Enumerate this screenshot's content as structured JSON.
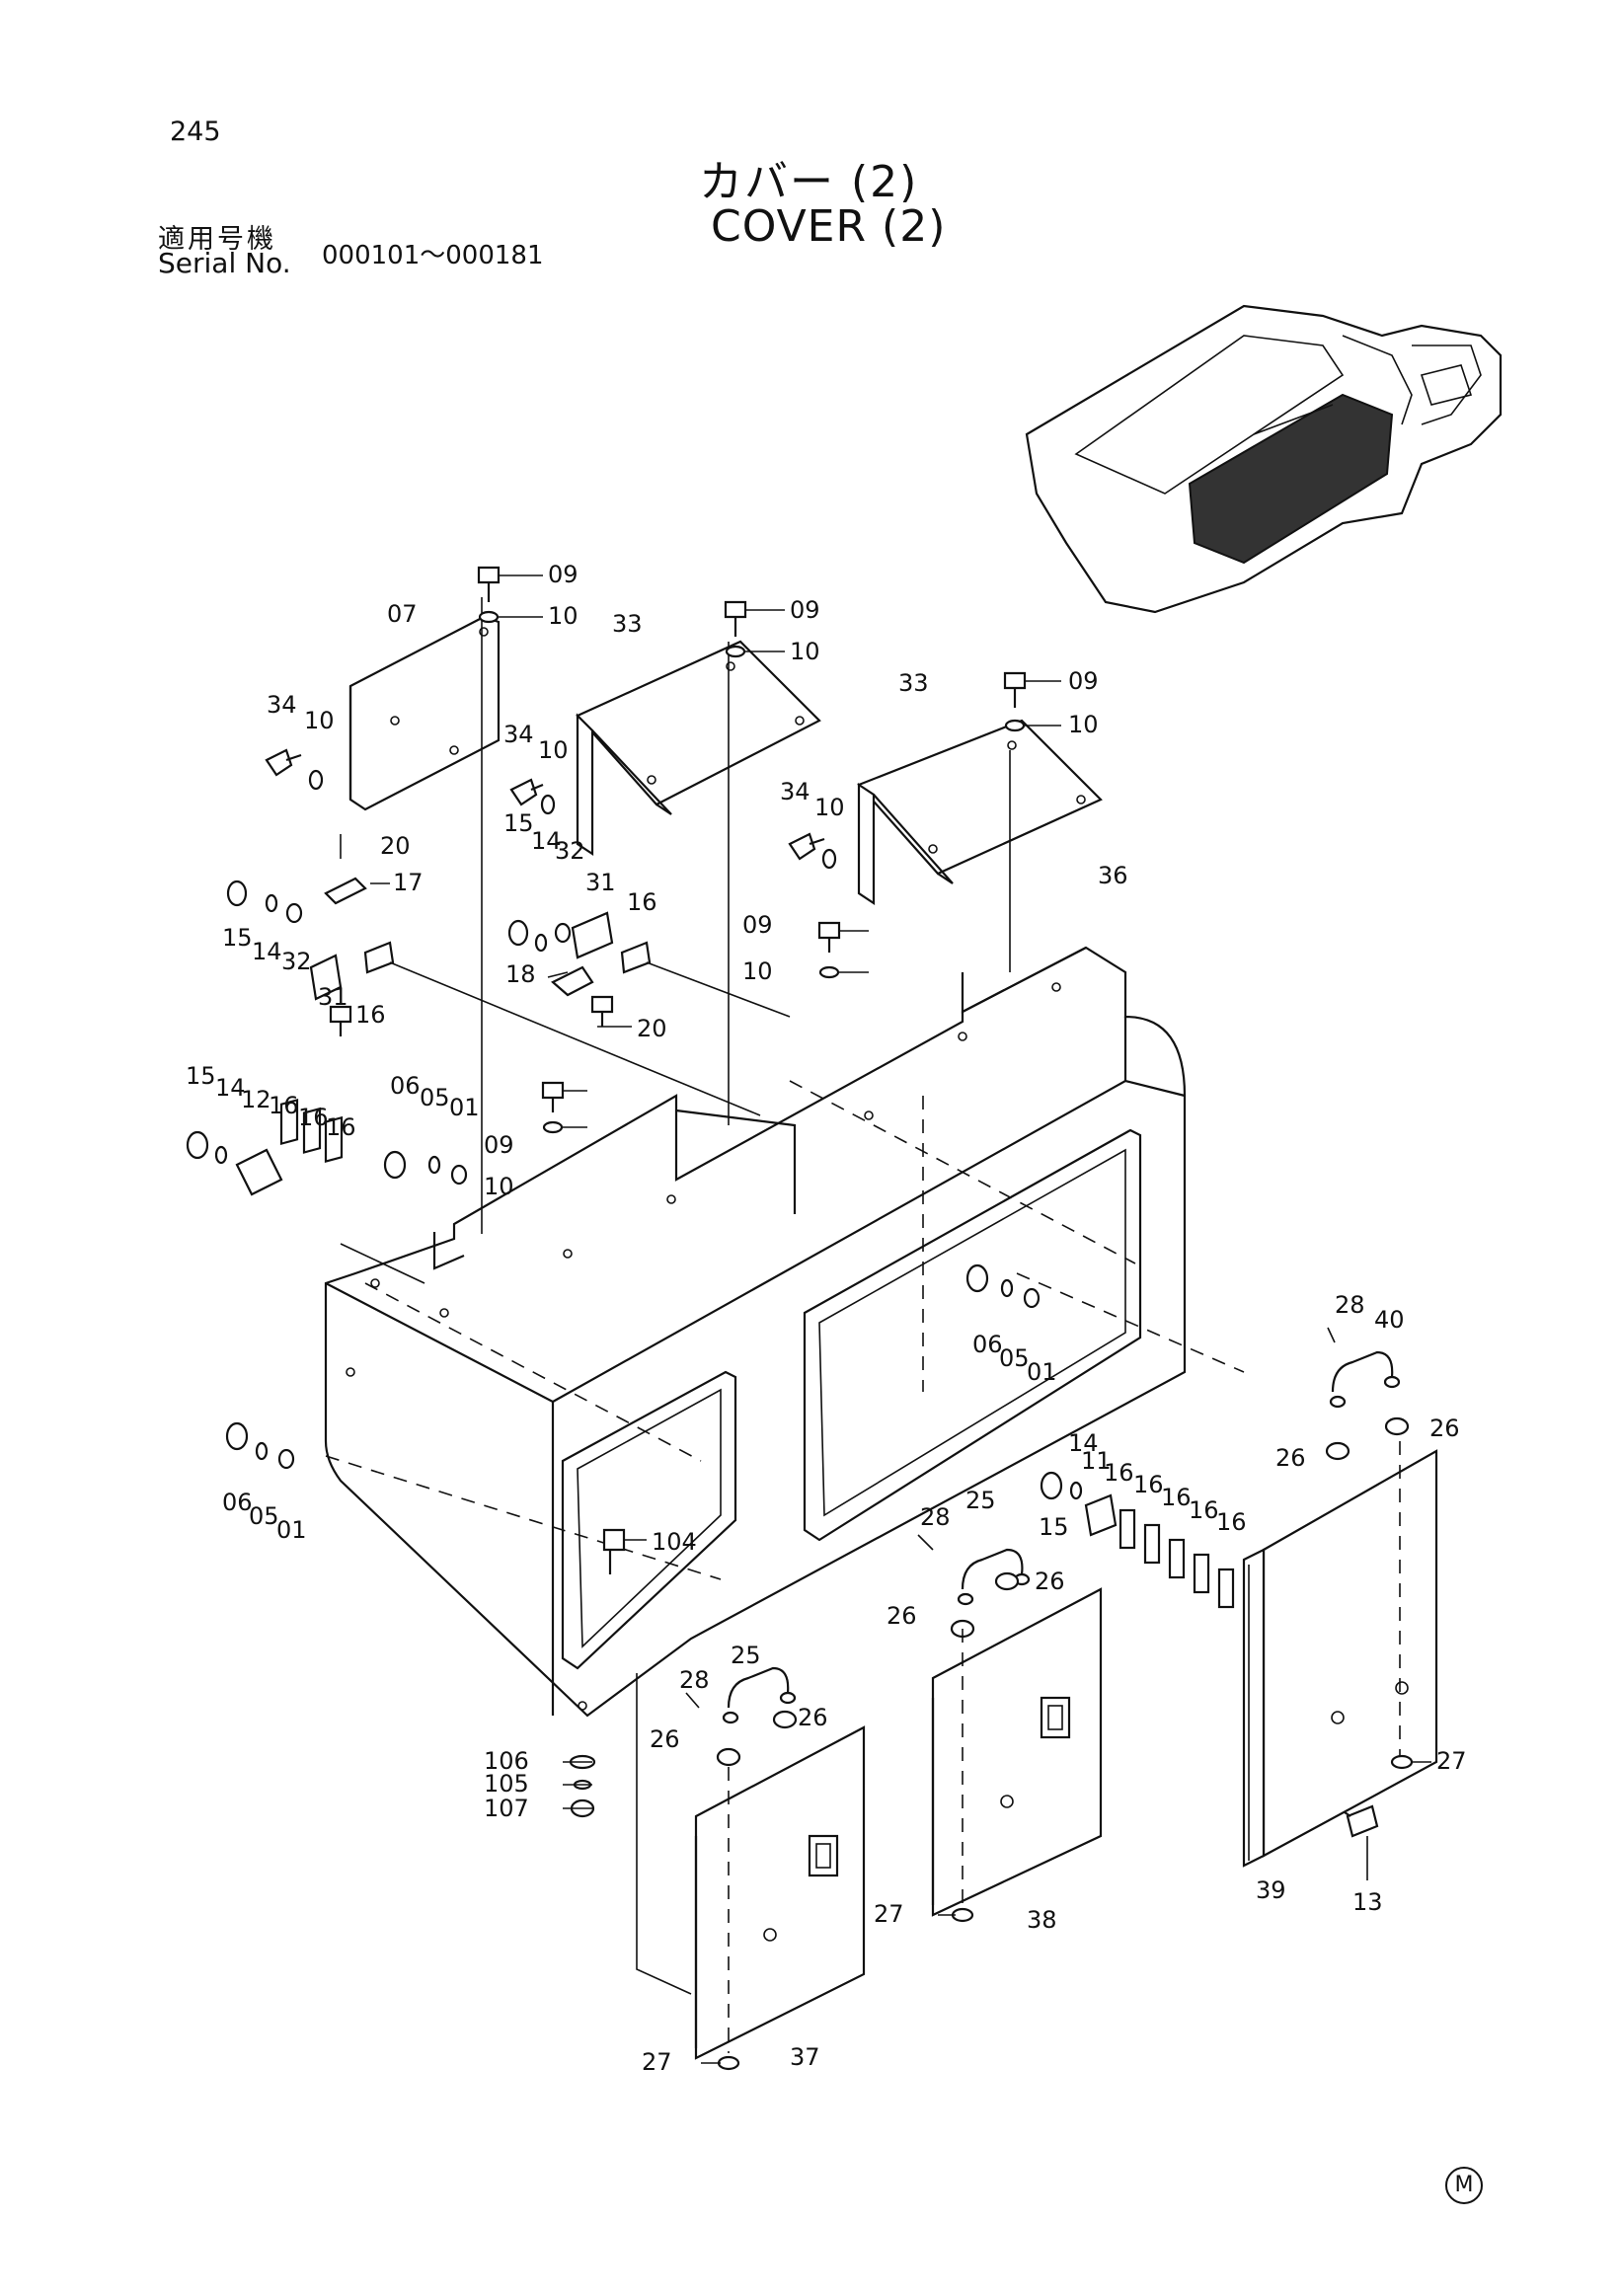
{
  "header": {
    "page_number": "245",
    "title_jp": "カバー (2)",
    "title_en": "COVER (2)",
    "serial_label_jp": "適用号機",
    "serial_label_en": "Serial No.",
    "serial_range": "000101～000181"
  },
  "callouts": [
    {
      "id": "c-09-a",
      "text": "09"
    },
    {
      "id": "c-10-a",
      "text": "10"
    },
    {
      "id": "c-07",
      "text": "07"
    },
    {
      "id": "c-34-a",
      "text": "34"
    },
    {
      "id": "c-10-b",
      "text": "10"
    },
    {
      "id": "c-33-a",
      "text": "33"
    },
    {
      "id": "c-09-b",
      "text": "09"
    },
    {
      "id": "c-10-c",
      "text": "10"
    },
    {
      "id": "c-34-b",
      "text": "34"
    },
    {
      "id": "c-10-d",
      "text": "10"
    },
    {
      "id": "c-33-b",
      "text": "33"
    },
    {
      "id": "c-09-c",
      "text": "09"
    },
    {
      "id": "c-10-e",
      "text": "10"
    },
    {
      "id": "c-34-c",
      "text": "34"
    },
    {
      "id": "c-10-f",
      "text": "10"
    },
    {
      "id": "c-20-a",
      "text": "20"
    },
    {
      "id": "c-17",
      "text": "17"
    },
    {
      "id": "c-15-a",
      "text": "15"
    },
    {
      "id": "c-14-a",
      "text": "14"
    },
    {
      "id": "c-32-a",
      "text": "32"
    },
    {
      "id": "c-31-a",
      "text": "31"
    },
    {
      "id": "c-16-a",
      "text": "16"
    },
    {
      "id": "c-15-b",
      "text": "15"
    },
    {
      "id": "c-14-b",
      "text": "14"
    },
    {
      "id": "c-32-b",
      "text": "32"
    },
    {
      "id": "c-31-b",
      "text": "31"
    },
    {
      "id": "c-16-b",
      "text": "16"
    },
    {
      "id": "c-18",
      "text": "18"
    },
    {
      "id": "c-20-b",
      "text": "20"
    },
    {
      "id": "c-09-d",
      "text": "09"
    },
    {
      "id": "c-10-g",
      "text": "10"
    },
    {
      "id": "c-36",
      "text": "36"
    },
    {
      "id": "c-15-c",
      "text": "15"
    },
    {
      "id": "c-14-c",
      "text": "14"
    },
    {
      "id": "c-12",
      "text": "12"
    },
    {
      "id": "c-16-c",
      "text": "16"
    },
    {
      "id": "c-16-d",
      "text": "16"
    },
    {
      "id": "c-16-e",
      "text": "16"
    },
    {
      "id": "c-06-a",
      "text": "06"
    },
    {
      "id": "c-05-a",
      "text": "05"
    },
    {
      "id": "c-01-a",
      "text": "01"
    },
    {
      "id": "c-09-e",
      "text": "09"
    },
    {
      "id": "c-10-h",
      "text": "10"
    },
    {
      "id": "c-06-b",
      "text": "06"
    },
    {
      "id": "c-05-b",
      "text": "05"
    },
    {
      "id": "c-01-b",
      "text": "01"
    },
    {
      "id": "c-06-c",
      "text": "06"
    },
    {
      "id": "c-05-c",
      "text": "05"
    },
    {
      "id": "c-01-c",
      "text": "01"
    },
    {
      "id": "c-28-a",
      "text": "28"
    },
    {
      "id": "c-40",
      "text": "40"
    },
    {
      "id": "c-26-a",
      "text": "26"
    },
    {
      "id": "c-26-b",
      "text": "26"
    },
    {
      "id": "c-14-d",
      "text": "14"
    },
    {
      "id": "c-11",
      "text": "11"
    },
    {
      "id": "c-15-d",
      "text": "15"
    },
    {
      "id": "c-16-f",
      "text": "16"
    },
    {
      "id": "c-16-g",
      "text": "16"
    },
    {
      "id": "c-16-h",
      "text": "16"
    },
    {
      "id": "c-16-i",
      "text": "16"
    },
    {
      "id": "c-16-j",
      "text": "16"
    },
    {
      "id": "c-104",
      "text": "104"
    },
    {
      "id": "c-28-b",
      "text": "28"
    },
    {
      "id": "c-25-a",
      "text": "25"
    },
    {
      "id": "c-26-c",
      "text": "26"
    },
    {
      "id": "c-26-d",
      "text": "26"
    },
    {
      "id": "c-28-c",
      "text": "28"
    },
    {
      "id": "c-25-b",
      "text": "25"
    },
    {
      "id": "c-26-e",
      "text": "26"
    },
    {
      "id": "c-26-f",
      "text": "26"
    },
    {
      "id": "c-106",
      "text": "106"
    },
    {
      "id": "c-105",
      "text": "105"
    },
    {
      "id": "c-107",
      "text": "107"
    },
    {
      "id": "c-27-a",
      "text": "27"
    },
    {
      "id": "c-39",
      "text": "39"
    },
    {
      "id": "c-13",
      "text": "13"
    },
    {
      "id": "c-27-b",
      "text": "27"
    },
    {
      "id": "c-38",
      "text": "38"
    },
    {
      "id": "c-27-c",
      "text": "27"
    },
    {
      "id": "c-37",
      "text": "37"
    }
  ],
  "footer": {
    "mark": "M"
  }
}
